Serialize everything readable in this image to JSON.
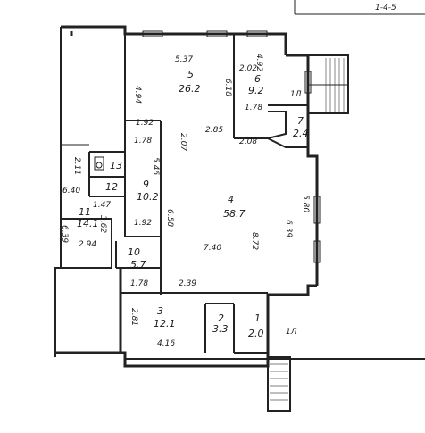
{
  "corner_text": "1-4-5",
  "rooms": [
    {
      "num": "1",
      "area": "2.0"
    },
    {
      "num": "2",
      "area": "3.3"
    },
    {
      "num": "3",
      "area": "12.1"
    },
    {
      "num": "4",
      "area": "58.7"
    },
    {
      "num": "5",
      "area": "26.2"
    },
    {
      "num": "6",
      "area": "9.2"
    },
    {
      "num": "7",
      "area": "2.4"
    },
    {
      "num": "9",
      "area": "10.2"
    },
    {
      "num": "10",
      "area": "5.7"
    },
    {
      "num": "11",
      "area": "14.1"
    },
    {
      "num": "12",
      "area": ""
    },
    {
      "num": "13",
      "area": ""
    }
  ],
  "dims": [
    "5.37",
    "4.94",
    "6.18",
    "4.92",
    "2.02",
    "1.78",
    "2.08",
    "1.92",
    "1.78",
    "5.46",
    "2.07",
    "2.85",
    "2.11",
    "6.40",
    "1.47",
    "3.62",
    "1.92",
    "6.58",
    "6.39",
    "2.94",
    "5.80",
    "7.40",
    "8.72",
    "6.39",
    "1.78",
    "2.39",
    "2.81",
    "4.16"
  ],
  "stair_labels": [
    "1Л",
    "1Л"
  ]
}
